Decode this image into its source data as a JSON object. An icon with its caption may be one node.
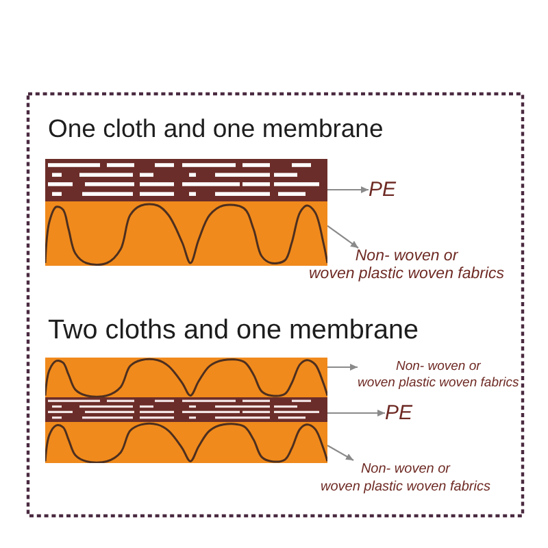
{
  "diagram": {
    "nodes": [
      {
        "text": [
          "One cloth and one membrane",
          "Two cloths and one membrane"
        ]
      },
      {
        "text": [],
        "shape": "bar",
        "in": 0
      },
      {
        "text": [],
        "shape": "bar",
        "in": 0
      },
      {
        "text": [
          "PE"
        ],
        "in": 0
      },
      {
        "text": [
          "Non- woven or woven plastic woven fabrics"
        ],
        "in": 0
      },
      {
        "text": [],
        "shape": "bar",
        "in": 0
      },
      {
        "text": [],
        "shape": "bar",
        "in": 0
      },
      {
        "text": [],
        "shape": "bar",
        "in": 0
      },
      {
        "text": [
          "Non- woven or woven plastic woven fabrics"
        ],
        "in": 0
      },
      {
        "text": [
          "PE"
        ],
        "in": 0
      },
      {
        "text": [
          "Non- woven or woven plastic woven fabrics"
        ],
        "in": 0
      }
    ],
    "edges": [
      {
        "from": 1,
        "to": 3,
        "arrow": "to"
      },
      {
        "from": 2,
        "to": 4,
        "arrow": "to"
      },
      {
        "from": 5,
        "to": 8,
        "arrow": "to"
      },
      {
        "from": 6,
        "to": 9,
        "arrow": "to"
      },
      {
        "from": 7,
        "to": 10,
        "arrow": "to"
      }
    ]
  }
}
